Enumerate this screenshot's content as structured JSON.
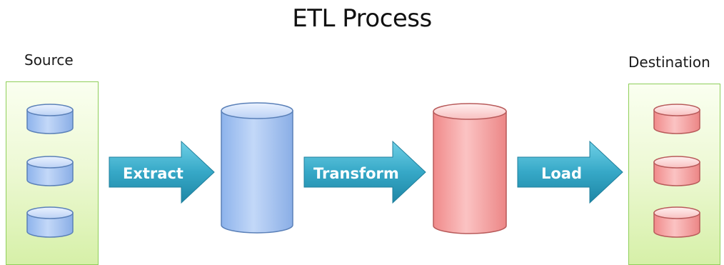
{
  "title": "ETL Process",
  "source": {
    "label": "Source",
    "database_count": 3,
    "database_color": "#9fc3f5",
    "panel_color": "#e6f6c4"
  },
  "destination": {
    "label": "Destination",
    "database_count": 3,
    "database_color": "#f5a0a0",
    "panel_color": "#e6f6c4"
  },
  "steps": [
    {
      "label": "Extract",
      "icon": "arrow-right-icon"
    },
    {
      "label": "Transform",
      "icon": "arrow-right-icon"
    },
    {
      "label": "Load",
      "icon": "arrow-right-icon"
    }
  ],
  "staging": {
    "extracted_store": {
      "icon": "database-icon",
      "color": "#9fc3f5"
    },
    "transformed_store": {
      "icon": "database-icon",
      "color": "#f5a0a0"
    }
  },
  "arrow_color": "#3ba6c4"
}
